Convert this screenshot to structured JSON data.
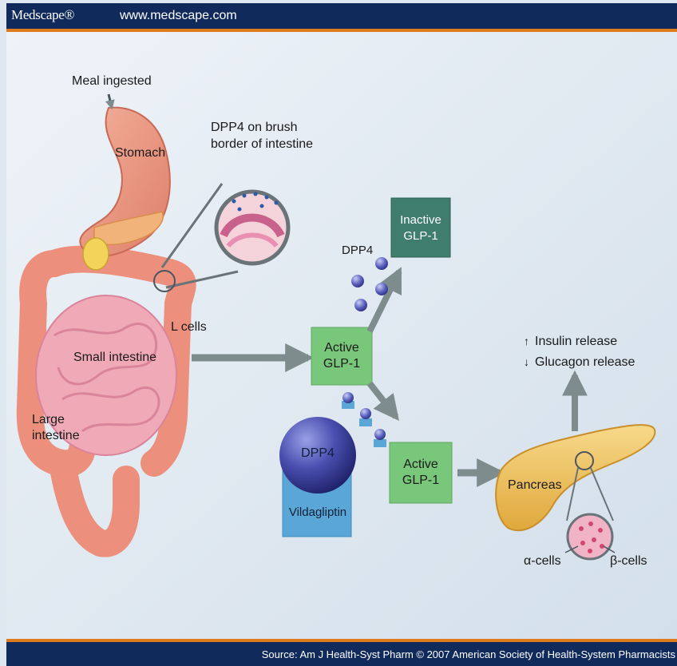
{
  "header": {
    "logo_text": "Medscape®",
    "url": "www.medscape.com"
  },
  "footer": {
    "source": "Source: Am J Health-Syst Pharm © 2007 American Society of Health-System Pharmacists"
  },
  "diagram": {
    "labels": {
      "meal": "Meal ingested",
      "stomach": "Stomach",
      "brush_line1": "DPP4 on brush",
      "brush_line2": "border of intestine",
      "small_intestine": "Small intestine",
      "large_line1": "Large",
      "large_line2": "intestine",
      "l_cells": "L cells",
      "dpp4_top": "DPP4",
      "inactive_line1": "Inactive",
      "inactive_line2": "GLP-1",
      "active1_line1": "Active",
      "active1_line2": "GLP-1",
      "active2_line1": "Active",
      "active2_line2": "GLP-1",
      "dpp4_sphere": "DPP4",
      "vildagliptin": "Vildagliptin",
      "insulin": "Insulin release",
      "glucagon": "Glucagon release",
      "pancreas": "Pancreas",
      "alpha": "α-cells",
      "beta": "β-cells"
    },
    "colors": {
      "active_box": "#79c77a",
      "inactive_box": "#3f7d6c",
      "arrow": "#7f8c8e",
      "inhibitor": "#5aa6d6",
      "dpp4": "#3b3f9f",
      "background": "#dfe8f1",
      "header": "#102a5c",
      "accent": "#e07a1f"
    }
  }
}
